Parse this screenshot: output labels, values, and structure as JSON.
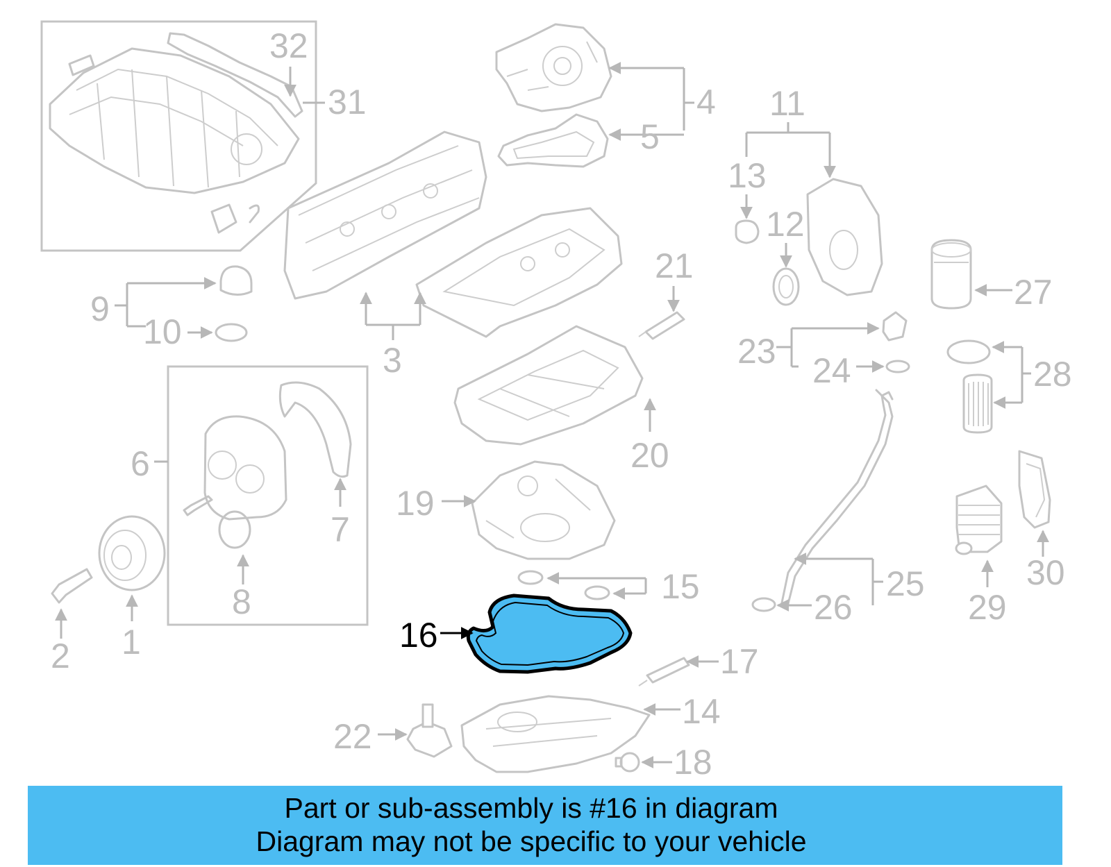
{
  "diagram": {
    "highlight_color": "#4cbcf2",
    "highlighted_part": "16",
    "callouts": {
      "c1": "1",
      "c2": "2",
      "c3": "3",
      "c4": "4",
      "c5": "5",
      "c6": "6",
      "c7": "7",
      "c8": "8",
      "c9": "9",
      "c10": "10",
      "c11": "11",
      "c12": "12",
      "c13": "13",
      "c14": "14",
      "c15": "15",
      "c16": "16",
      "c17": "17",
      "c18": "18",
      "c19": "19",
      "c20": "20",
      "c21": "21",
      "c22": "22",
      "c23": "23",
      "c24": "24",
      "c25": "25",
      "c26": "26",
      "c27": "27",
      "c28": "28",
      "c29": "29",
      "c30": "30",
      "c31": "31",
      "c32": "32"
    }
  },
  "banner": {
    "background_color": "#4cbcf2",
    "line1": "Part or sub-assembly is #16 in diagram",
    "line2": "Diagram may not be specific to your vehicle"
  }
}
